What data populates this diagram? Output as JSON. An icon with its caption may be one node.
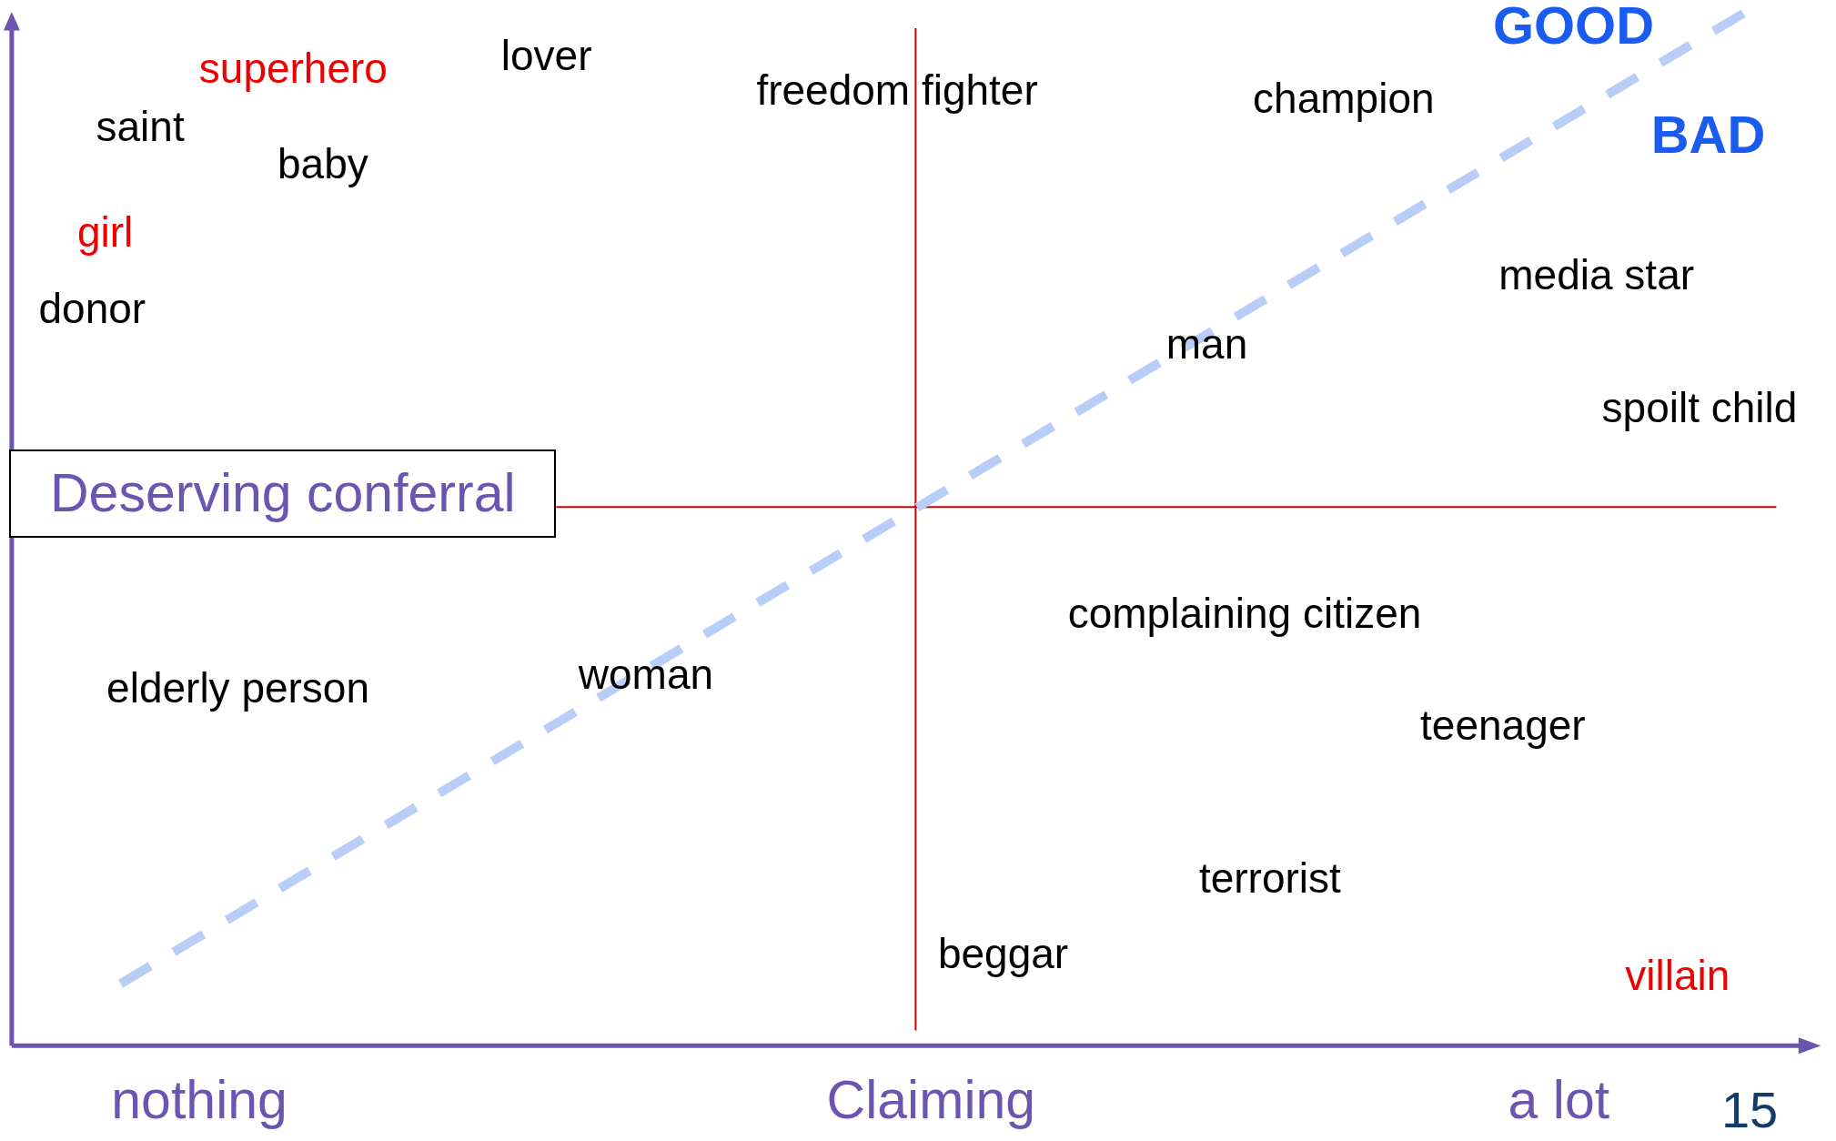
{
  "diagram": {
    "nodes": [
      {
        "text": [
          "Deserving conferral"
        ]
      }
    ],
    "edges": [],
    "labels": [
      "GOOD",
      "lover",
      "superhero",
      "freedom fighter",
      "champion",
      "saint",
      "BAD",
      "baby",
      "girl",
      "media star",
      "donor",
      "man",
      "spoilt child",
      "complaining citizen",
      "woman",
      "elderly person",
      "teenager",
      "terrorist",
      "beggar",
      "villain",
      "nothing",
      "Claiming",
      "a lot",
      "15"
    ]
  }
}
